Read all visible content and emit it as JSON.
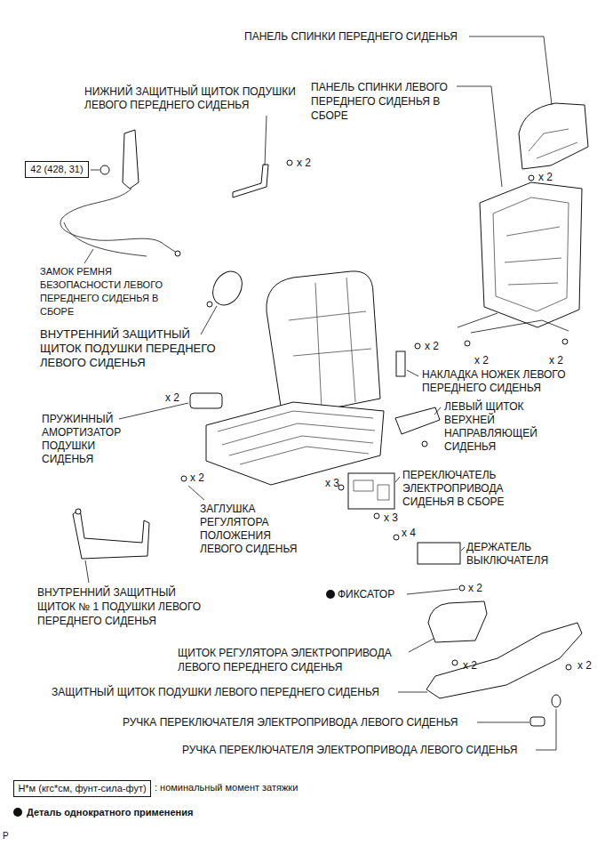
{
  "diagram": {
    "nodes": [
      {
        "text": [
          "42 (428, 31)"
        ]
      },
      {
        "text": [
          "Н*м (кгс*см, фунт-сила-фут)"
        ]
      }
    ],
    "labels": [
      "ПАНЕЛЬ СПИНКИ ПЕРЕДНЕГО СИДЕНЬЯ",
      "НИЖНИЙ ЗАЩИТНЫЙ ЩИТОК ПОДУШКИ ЛЕВОГО ПЕРЕДНЕГО СИДЕНЬЯ",
      "ПАНЕЛЬ СПИНКИ ЛЕВОГО ПЕРЕДНЕГО СИДЕНЬЯ В СБОРЕ",
      "x 2",
      "x 2",
      "ЗАМОК РЕМНЯ БЕЗОПАСНОСТИ ЛЕВОГО ПЕРЕДНЕГО СИДЕНЬЯ В СБОРЕ",
      "ВНУТРЕННИЙ ЗАЩИТНЫЙ ЩИТОК ПОДУШКИ ПЕРЕДНЕГО ЛЕВОГО СИДЕНЬЯ",
      "x 2",
      "x 2",
      "x 2",
      "НАКЛАДКА НОЖЕК ЛЕВОГО ПЕРЕДНЕГО СИДЕНЬЯ",
      "x 2",
      "ПРУЖИННЫЙ АМОРТИЗАТОР ПОДУШКИ СИДЕНЬЯ",
      "ЛЕВЫЙ ЩИТОК ВЕРХНЕЙ НАПРАВЛЯЮЩЕЙ СИДЕНЬЯ",
      "x 2",
      "x 3",
      "ПЕРЕКЛЮЧАТЕЛЬ ЭЛЕКТРОПРИВОДА СИДЕНЬЯ В СБОРЕ",
      "x 3",
      "x 4",
      "ДЕРЖАТЕЛЬ ВЫКЛЮЧАТЕЛЯ",
      "ЗАГЛУШКА РЕГУЛЯТОРА ПОЛОЖЕНИЯ ЛЕВОГО СИДЕНЬЯ",
      "x 2",
      "ФИКСАТОР",
      "ВНУТРЕННИЙ ЗАЩИТНЫЙ ЩИТОК № 1 ПОДУШКИ ЛЕВОГО ПЕРЕДНЕГО СИДЕНЬЯ",
      "ЩИТОК РЕГУЛЯТОРА ЭЛЕКТРОПРИВОДА ЛЕВОГО ПЕРЕДНЕГО СИДЕНЬЯ",
      "x 2",
      "x 2",
      "ЗАЩИТНЫЙ ЩИТОК ПОДУШКИ ЛЕВОГО ПЕРЕДНЕГО СИДЕНЬЯ",
      "РУЧКА ПЕРЕКЛЮЧАТЕЛЯ ЭЛЕКТРОПРИВОДА ЛЕВОГО СИДЕНЬЯ",
      "РУЧКА ПЕРЕКЛЮЧАТЕЛЯ ЭЛЕКТРОПРИВОДА ЛЕВОГО СИДЕНЬЯ",
      "P"
    ],
    "legend": [
      {
        "text": ": номинальный момент затяжки"
      },
      {
        "text": "Деталь однократного применения"
      }
    ]
  }
}
